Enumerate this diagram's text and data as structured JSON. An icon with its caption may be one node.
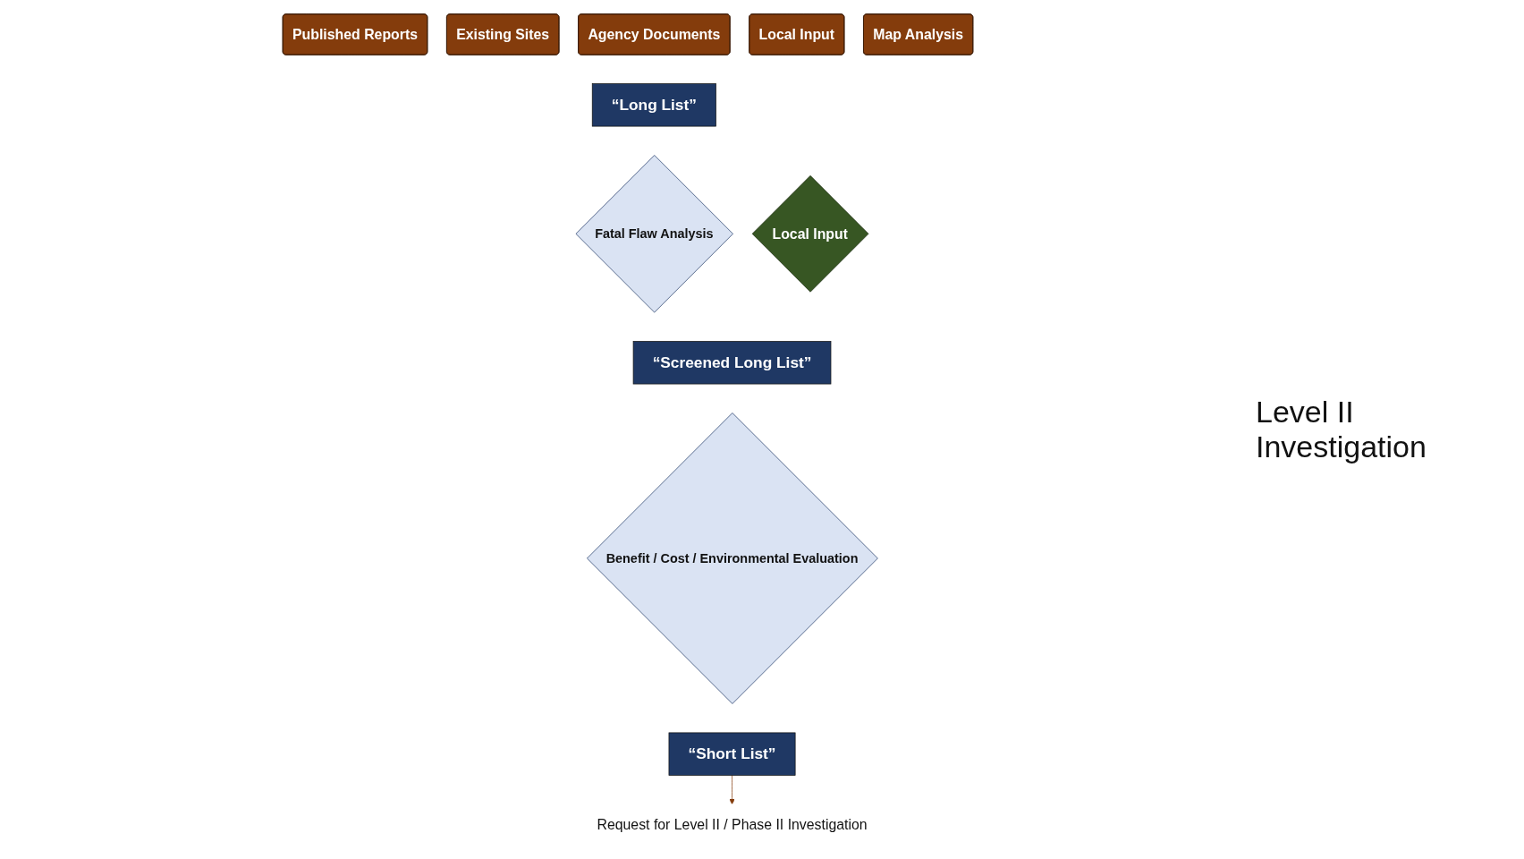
{
  "diagram": {
    "nodes": [
      {
        "text": [
          "Published Reports"
        ]
      },
      {
        "text": [
          "Existing Sites"
        ]
      },
      {
        "text": [
          "Agency Documents"
        ]
      },
      {
        "text": [
          "Local Input"
        ]
      },
      {
        "text": [
          "Map Analysis"
        ]
      },
      {
        "text": [
          "“Long List”"
        ]
      },
      {
        "text": [
          "Fatal Flaw Analysis"
        ]
      },
      {
        "text": [
          "“Screened Long List”"
        ]
      },
      {
        "text": [
          "Benefit / Cost / Environmental Evaluation"
        ]
      },
      {
        "text": [
          "“Short List”"
        ]
      },
      {
        "text": [
          "Local Input"
        ]
      },
      {
        "text": [
          "Request for Level II / Phase II Investigation"
        ]
      }
    ],
    "edges": [
      {
        "from": 9,
        "to": 11,
        "arrow": "to",
        "color": "#843c0c"
      }
    ],
    "labels": [
      "Level II Investigation"
    ]
  }
}
